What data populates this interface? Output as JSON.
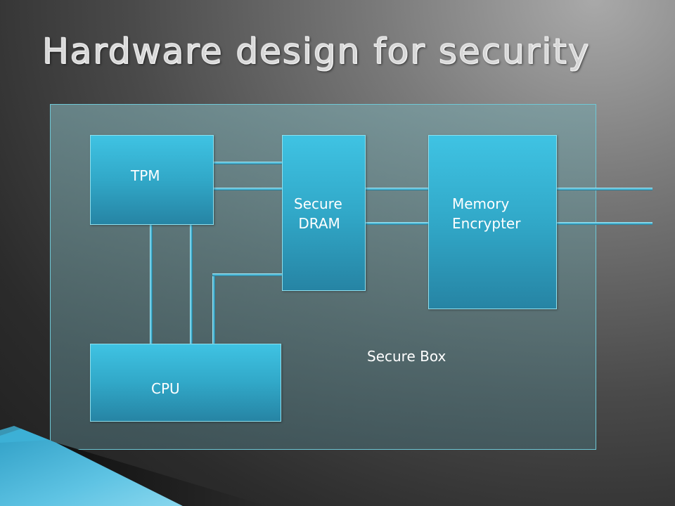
{
  "slide": {
    "title": "Hardware design for security"
  },
  "diagram": {
    "container_label": "Secure Box",
    "blocks": {
      "tpm": "TPM",
      "secure_dram": "Secure\n DRAM",
      "memory_encrypter": "Memory\nEncrypter",
      "cpu": "CPU"
    }
  },
  "colors": {
    "block_fill": "#31a8c8",
    "block_border": "#8fe0ee",
    "wire": "#4fb8d6",
    "box_fill": "#5f8084"
  }
}
